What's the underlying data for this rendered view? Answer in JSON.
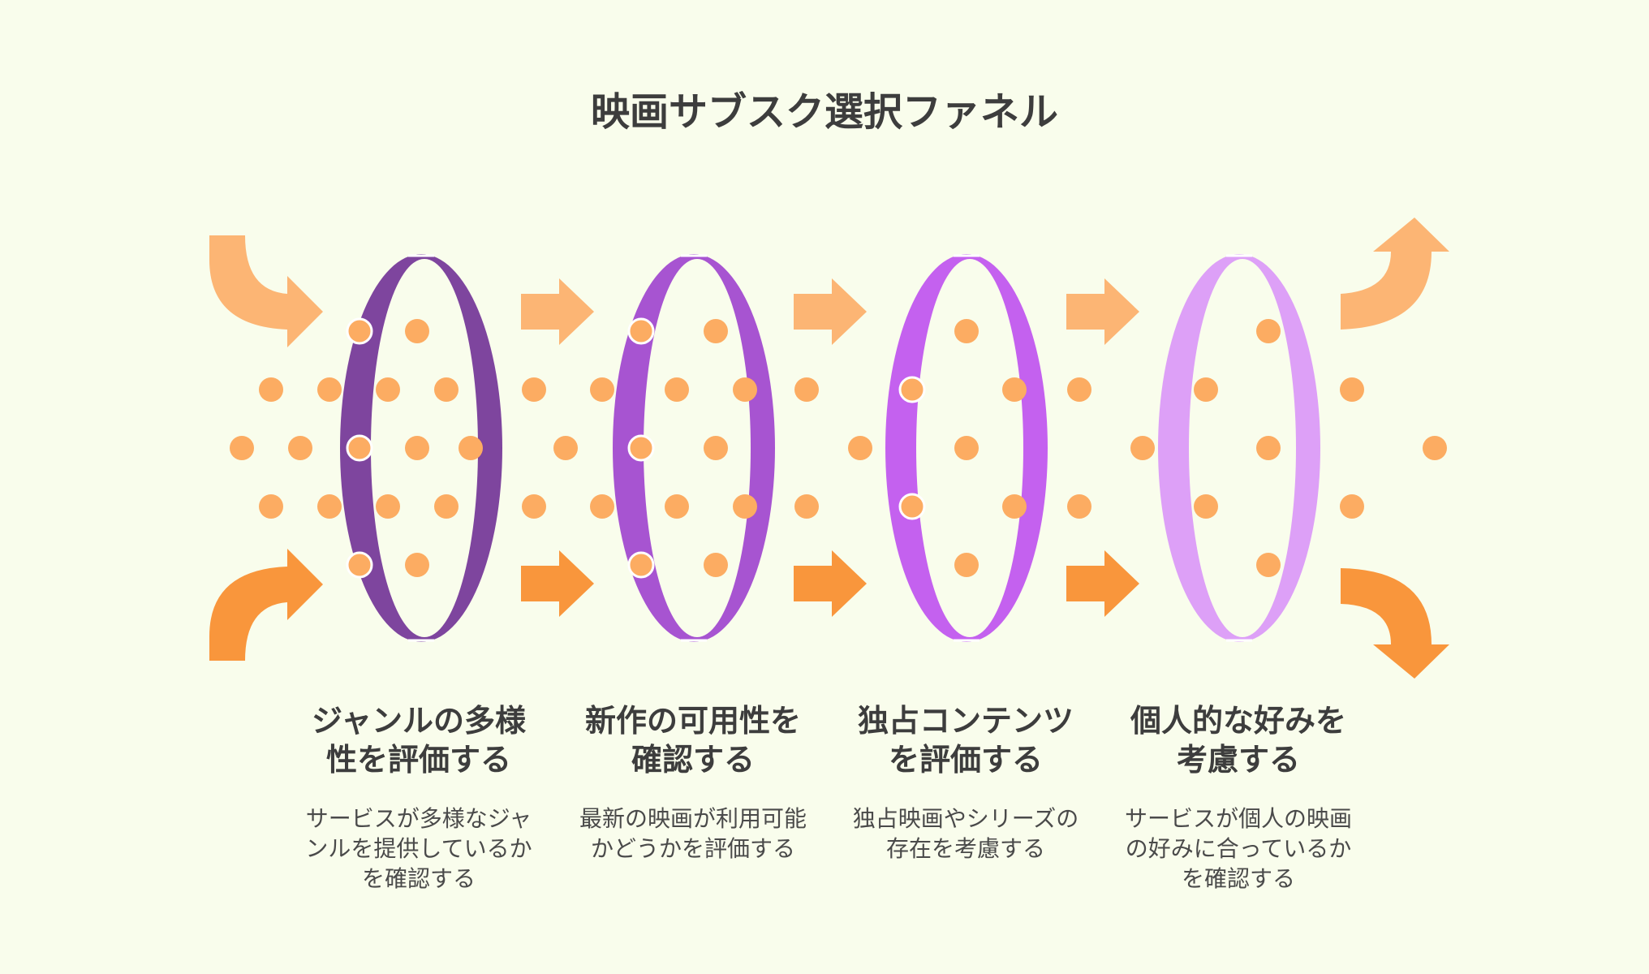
{
  "title": "映画サブスク選択ファネル",
  "colors": {
    "background": "#f9fdec",
    "arrow_light": "#fcb574",
    "arrow_dark": "#f9963c",
    "dot": "#fcac62",
    "rings": [
      "#7e459e",
      "#a754d1",
      "#c461ef",
      "#dda0f7"
    ]
  },
  "stages": [
    {
      "title": "ジャンルの多様性を評価する",
      "description": "サービスが多様なジャンルを提供しているかを確認する"
    },
    {
      "title": "新作の可用性を確認する",
      "description": "最新の映画が利用可能かどうかを評価する"
    },
    {
      "title": "独占コンテンツを評価する",
      "description": "独占映画やシリーズの存在を考慮する"
    },
    {
      "title": "個人的な好みを考慮する",
      "description": "サービスが個人の映画の好みに合っているかを確認する"
    }
  ]
}
